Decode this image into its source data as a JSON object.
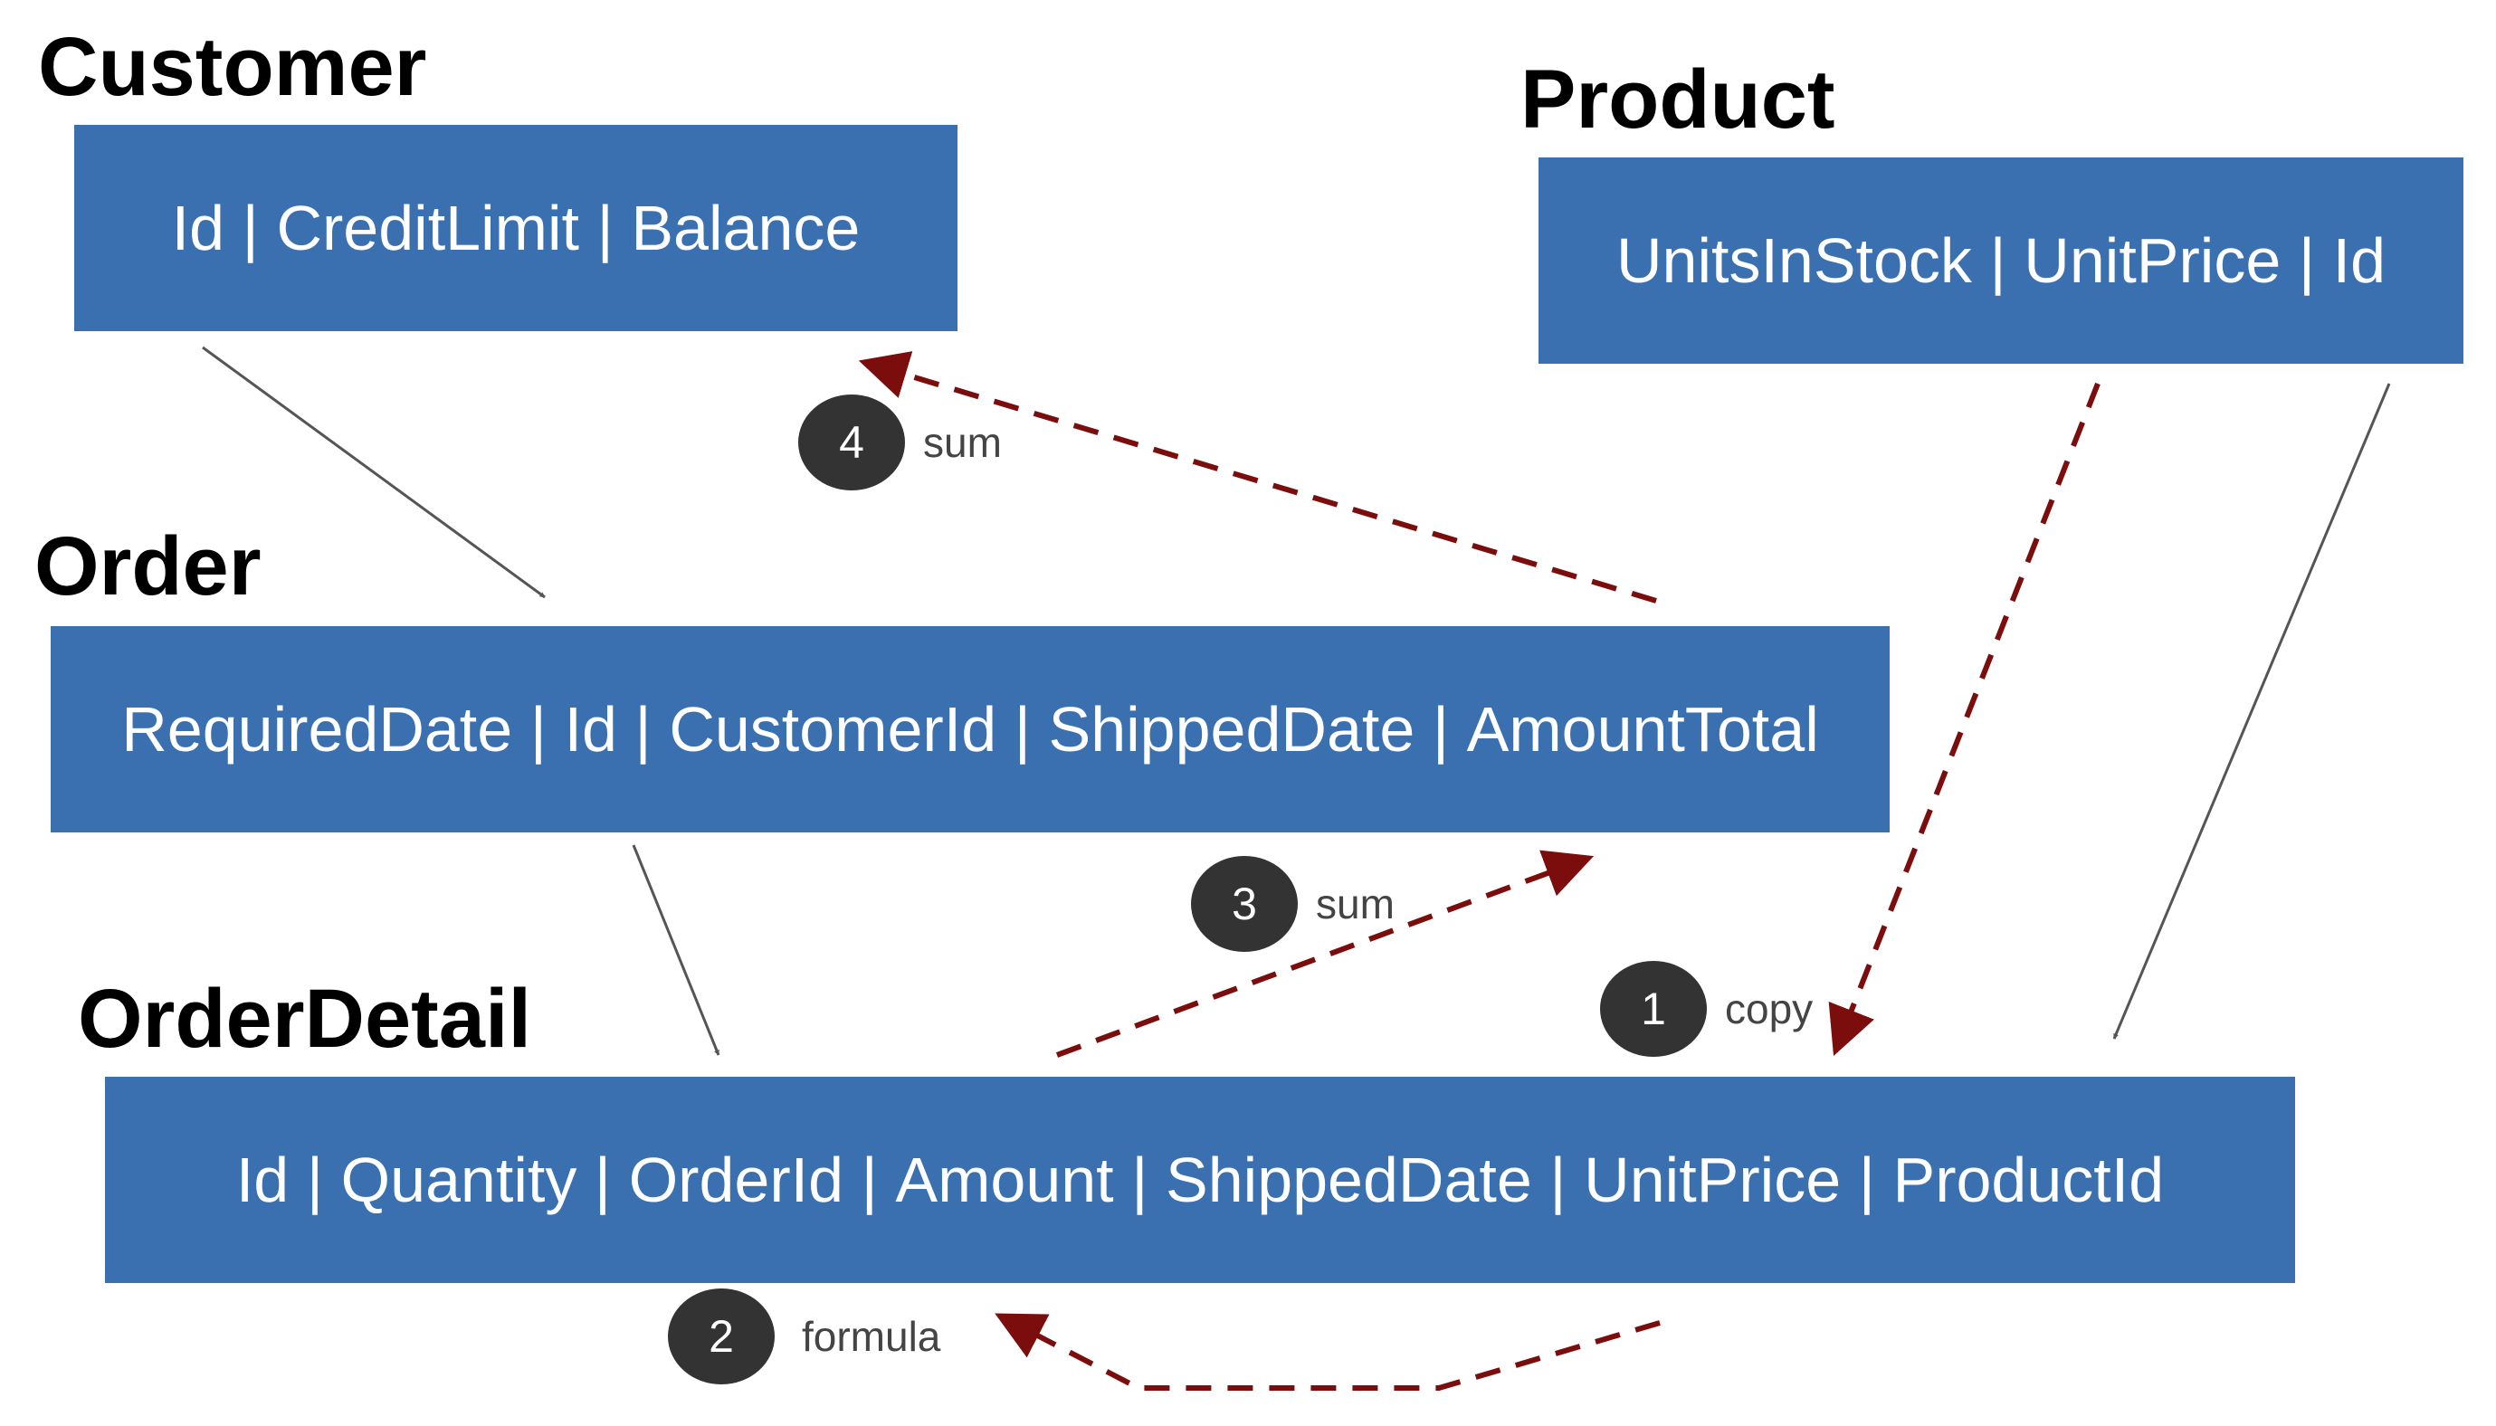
{
  "entities": {
    "customer": {
      "title": "Customer",
      "fields": [
        "Id",
        "CreditLimit",
        "Balance"
      ]
    },
    "product": {
      "title": "Product",
      "fields": [
        "UnitsInStock",
        "UnitPrice",
        "Id"
      ]
    },
    "order": {
      "title": "Order",
      "fields": [
        "RequiredDate",
        "Id",
        "CustomerId",
        "ShippedDate",
        "AmountTotal"
      ]
    },
    "orderdetail": {
      "title": "OrderDetail",
      "fields": [
        "Id",
        "Quantity",
        "OrderId",
        "Amount",
        "ShippedDate",
        "UnitPrice",
        "ProductId"
      ]
    }
  },
  "steps": [
    {
      "number": "1",
      "label": "copy"
    },
    {
      "number": "2",
      "label": "formula"
    },
    {
      "number": "3",
      "label": "sum"
    },
    {
      "number": "4",
      "label": "sum"
    }
  ],
  "colors": {
    "entity_fill": "#3a70b0",
    "relationship_line": "#555555",
    "derivation_arrow": "#7b0d0d",
    "step_badge": "#333333"
  }
}
